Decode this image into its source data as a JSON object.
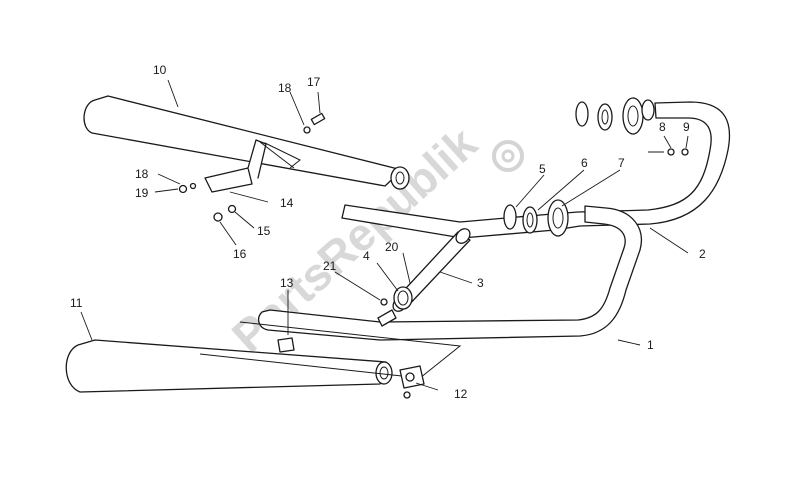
{
  "watermark": {
    "text": "PartsRepublik",
    "icon": "gear-icon"
  },
  "callouts": [
    {
      "id": "1",
      "label": "1"
    },
    {
      "id": "2",
      "label": "2"
    },
    {
      "id": "3",
      "label": "3"
    },
    {
      "id": "4",
      "label": "4"
    },
    {
      "id": "5",
      "label": "5"
    },
    {
      "id": "6",
      "label": "6"
    },
    {
      "id": "7",
      "label": "7"
    },
    {
      "id": "8",
      "label": "8"
    },
    {
      "id": "9",
      "label": "9"
    },
    {
      "id": "10",
      "label": "10"
    },
    {
      "id": "11",
      "label": "11"
    },
    {
      "id": "12",
      "label": "12"
    },
    {
      "id": "13",
      "label": "13"
    },
    {
      "id": "14",
      "label": "14"
    },
    {
      "id": "15",
      "label": "15"
    },
    {
      "id": "16",
      "label": "16"
    },
    {
      "id": "17",
      "label": "17"
    },
    {
      "id": "18a",
      "label": "18"
    },
    {
      "id": "18b",
      "label": "18"
    },
    {
      "id": "19",
      "label": "19"
    },
    {
      "id": "20",
      "label": "20"
    },
    {
      "id": "21",
      "label": "21"
    }
  ]
}
